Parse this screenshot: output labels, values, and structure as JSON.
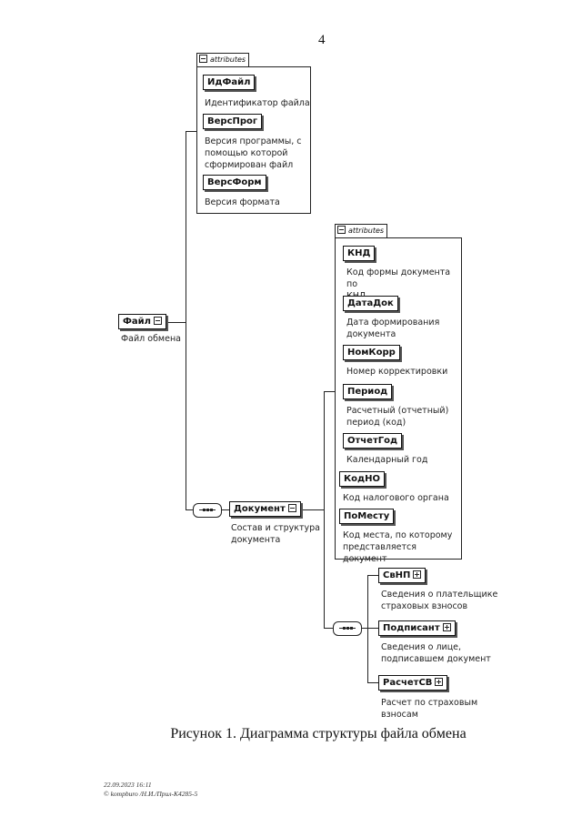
{
  "page_number": "4",
  "attributes_label": "attributes",
  "root": {
    "name": "Файл",
    "description": "Файл обмена"
  },
  "file_attributes": [
    {
      "name": "ИдФайл",
      "description": [
        "Идентификатор файла"
      ]
    },
    {
      "name": "ВерсПрог",
      "description": [
        "Версия программы, с",
        "помощью которой",
        "сформирован файл"
      ]
    },
    {
      "name": "ВерсФорм",
      "description": [
        "Версия формата"
      ]
    }
  ],
  "document": {
    "name": "Документ",
    "description": [
      "Состав и структура",
      "документа"
    ]
  },
  "document_attributes": [
    {
      "name": "КНД",
      "description": [
        "Код формы документа по",
        "КНД"
      ]
    },
    {
      "name": "ДатаДок",
      "description": [
        "Дата формирования",
        "документа"
      ]
    },
    {
      "name": "НомКорр",
      "description": [
        "Номер корректировки"
      ]
    },
    {
      "name": "Период",
      "description": [
        "Расчетный (отчетный)",
        "период (код)"
      ]
    },
    {
      "name": "ОтчетГод",
      "description": [
        "Календарный год"
      ]
    },
    {
      "name": "КодНО",
      "description": [
        "Код налогового органа"
      ]
    },
    {
      "name": "ПоМесту",
      "description": [
        "Код места, по которому",
        "представляется документ"
      ]
    }
  ],
  "document_children": [
    {
      "name": "СвНП",
      "description": [
        "Сведения о плательщике",
        "страховых взносов"
      ]
    },
    {
      "name": "Подписант",
      "description": [
        "Сведения о лице,",
        "подписавшем документ"
      ]
    },
    {
      "name": "РасчетСВ",
      "description": [
        "Расчет по страховым",
        "взносам"
      ]
    }
  ],
  "caption": "Рисунок 1. Диаграмма структуры файла обмена",
  "footer": {
    "date": "22.09.2023 16:11",
    "line2": "© kompburo /Н.И./Прил-К4285-5"
  }
}
